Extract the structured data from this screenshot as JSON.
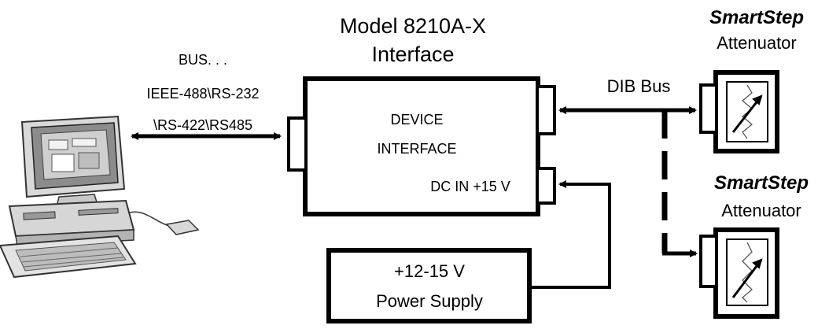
{
  "interface": {
    "model": "Model 8210A-X",
    "name": "Interface",
    "device_line1": "DEVICE",
    "device_line2": "INTERFACE",
    "dc_in": "DC IN +15 V"
  },
  "bus": {
    "line1": "BUS. . .",
    "line2": "IEEE-488\\RS-232",
    "line3": "\\RS-422\\RS485"
  },
  "power": {
    "line1": "+12-15 V",
    "line2": "Power Supply"
  },
  "dib": {
    "label": "DIB Bus"
  },
  "attenuators": [
    {
      "brand": "SmartStep",
      "name": "Attenuator"
    },
    {
      "brand": "SmartStep",
      "name": "Attenuator"
    }
  ]
}
